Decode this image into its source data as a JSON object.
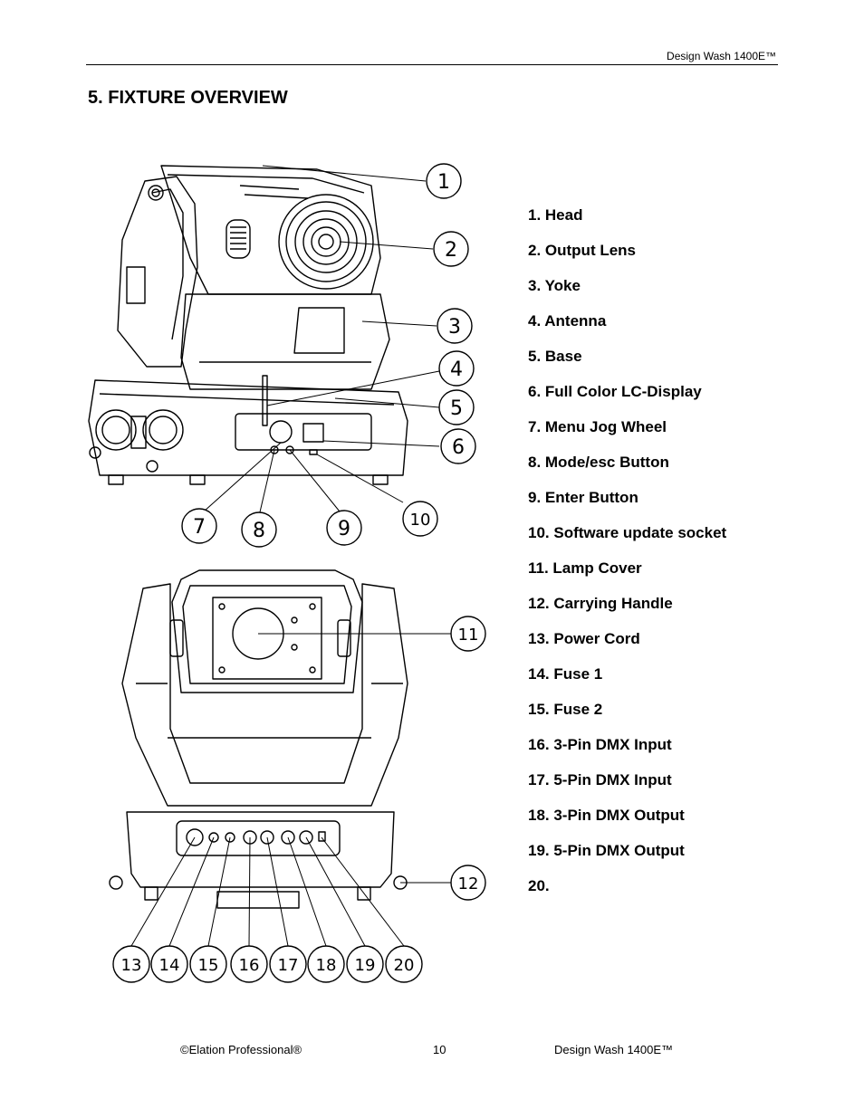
{
  "header": {
    "title": "Design Wash 1400E™"
  },
  "section": {
    "heading": "5. FIXTURE OVERVIEW"
  },
  "figure": {
    "callouts": [
      "1",
      "2",
      "3",
      "4",
      "5",
      "6",
      "7",
      "8",
      "9",
      "10",
      "11",
      "12",
      "13",
      "14",
      "15",
      "16",
      "17",
      "18",
      "19",
      "20"
    ]
  },
  "parts": [
    "1. Head",
    "2. Output Lens",
    "3. Yoke",
    "4. Antenna",
    "5. Base",
    "6. Full Color LC-Display",
    "7. Menu Jog Wheel",
    "8. Mode/esc Button",
    "9. Enter Button",
    "10. Software update socket",
    "11. Lamp Cover",
    "12. Carrying Handle",
    "13. Power Cord",
    "14. Fuse 1",
    "15. Fuse 2",
    "16. 3-Pin DMX Input",
    "17. 5-Pin DMX Input",
    "18. 3-Pin DMX Output",
    "19. 5-Pin DMX Output",
    "20."
  ],
  "footer": {
    "copyright": "©Elation Professional®",
    "page_number": "10",
    "product": "Design Wash 1400E™"
  }
}
